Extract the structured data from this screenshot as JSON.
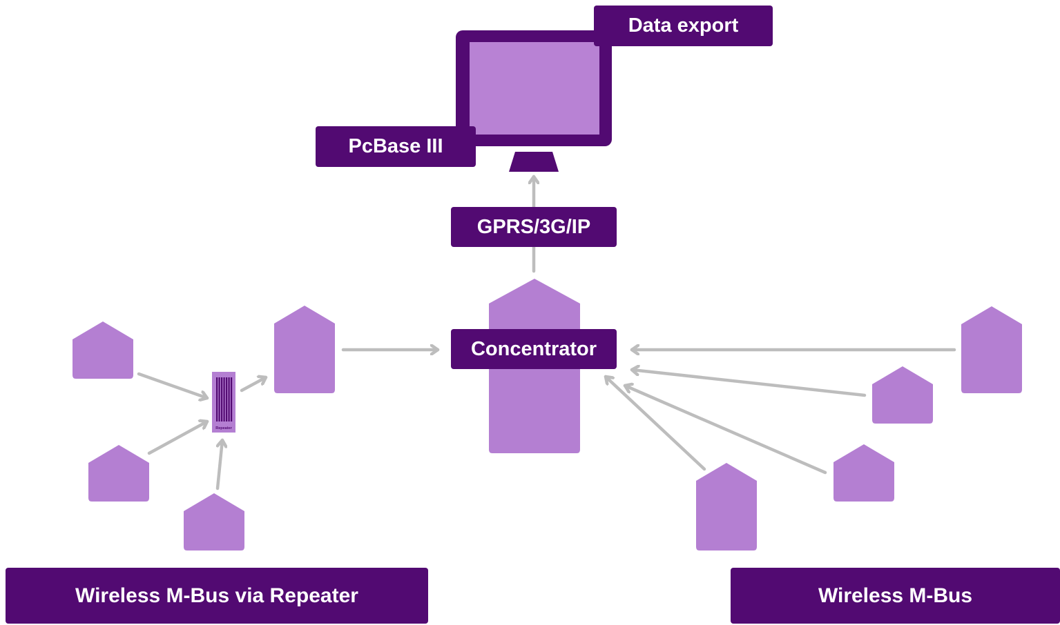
{
  "colors": {
    "dark_purple": "#520a72",
    "light_purple": "#b47fd2",
    "screen_purple": "#b882d4",
    "arrow_gray": "#bdbdbd"
  },
  "labels": {
    "data_export": "Data export",
    "pcbase": "PcBase III",
    "gprs": "GPRS/3G/IP",
    "concentrator": "Concentrator",
    "wmbus_repeater": "Wireless M-Bus via Repeater",
    "wmbus": "Wireless M-Bus"
  },
  "repeater": {
    "label": "Repeater"
  },
  "icons": {
    "monitor": "monitor-icon",
    "house": "house-icon",
    "repeater": "repeater-icon",
    "arrow": "arrow-icon"
  }
}
